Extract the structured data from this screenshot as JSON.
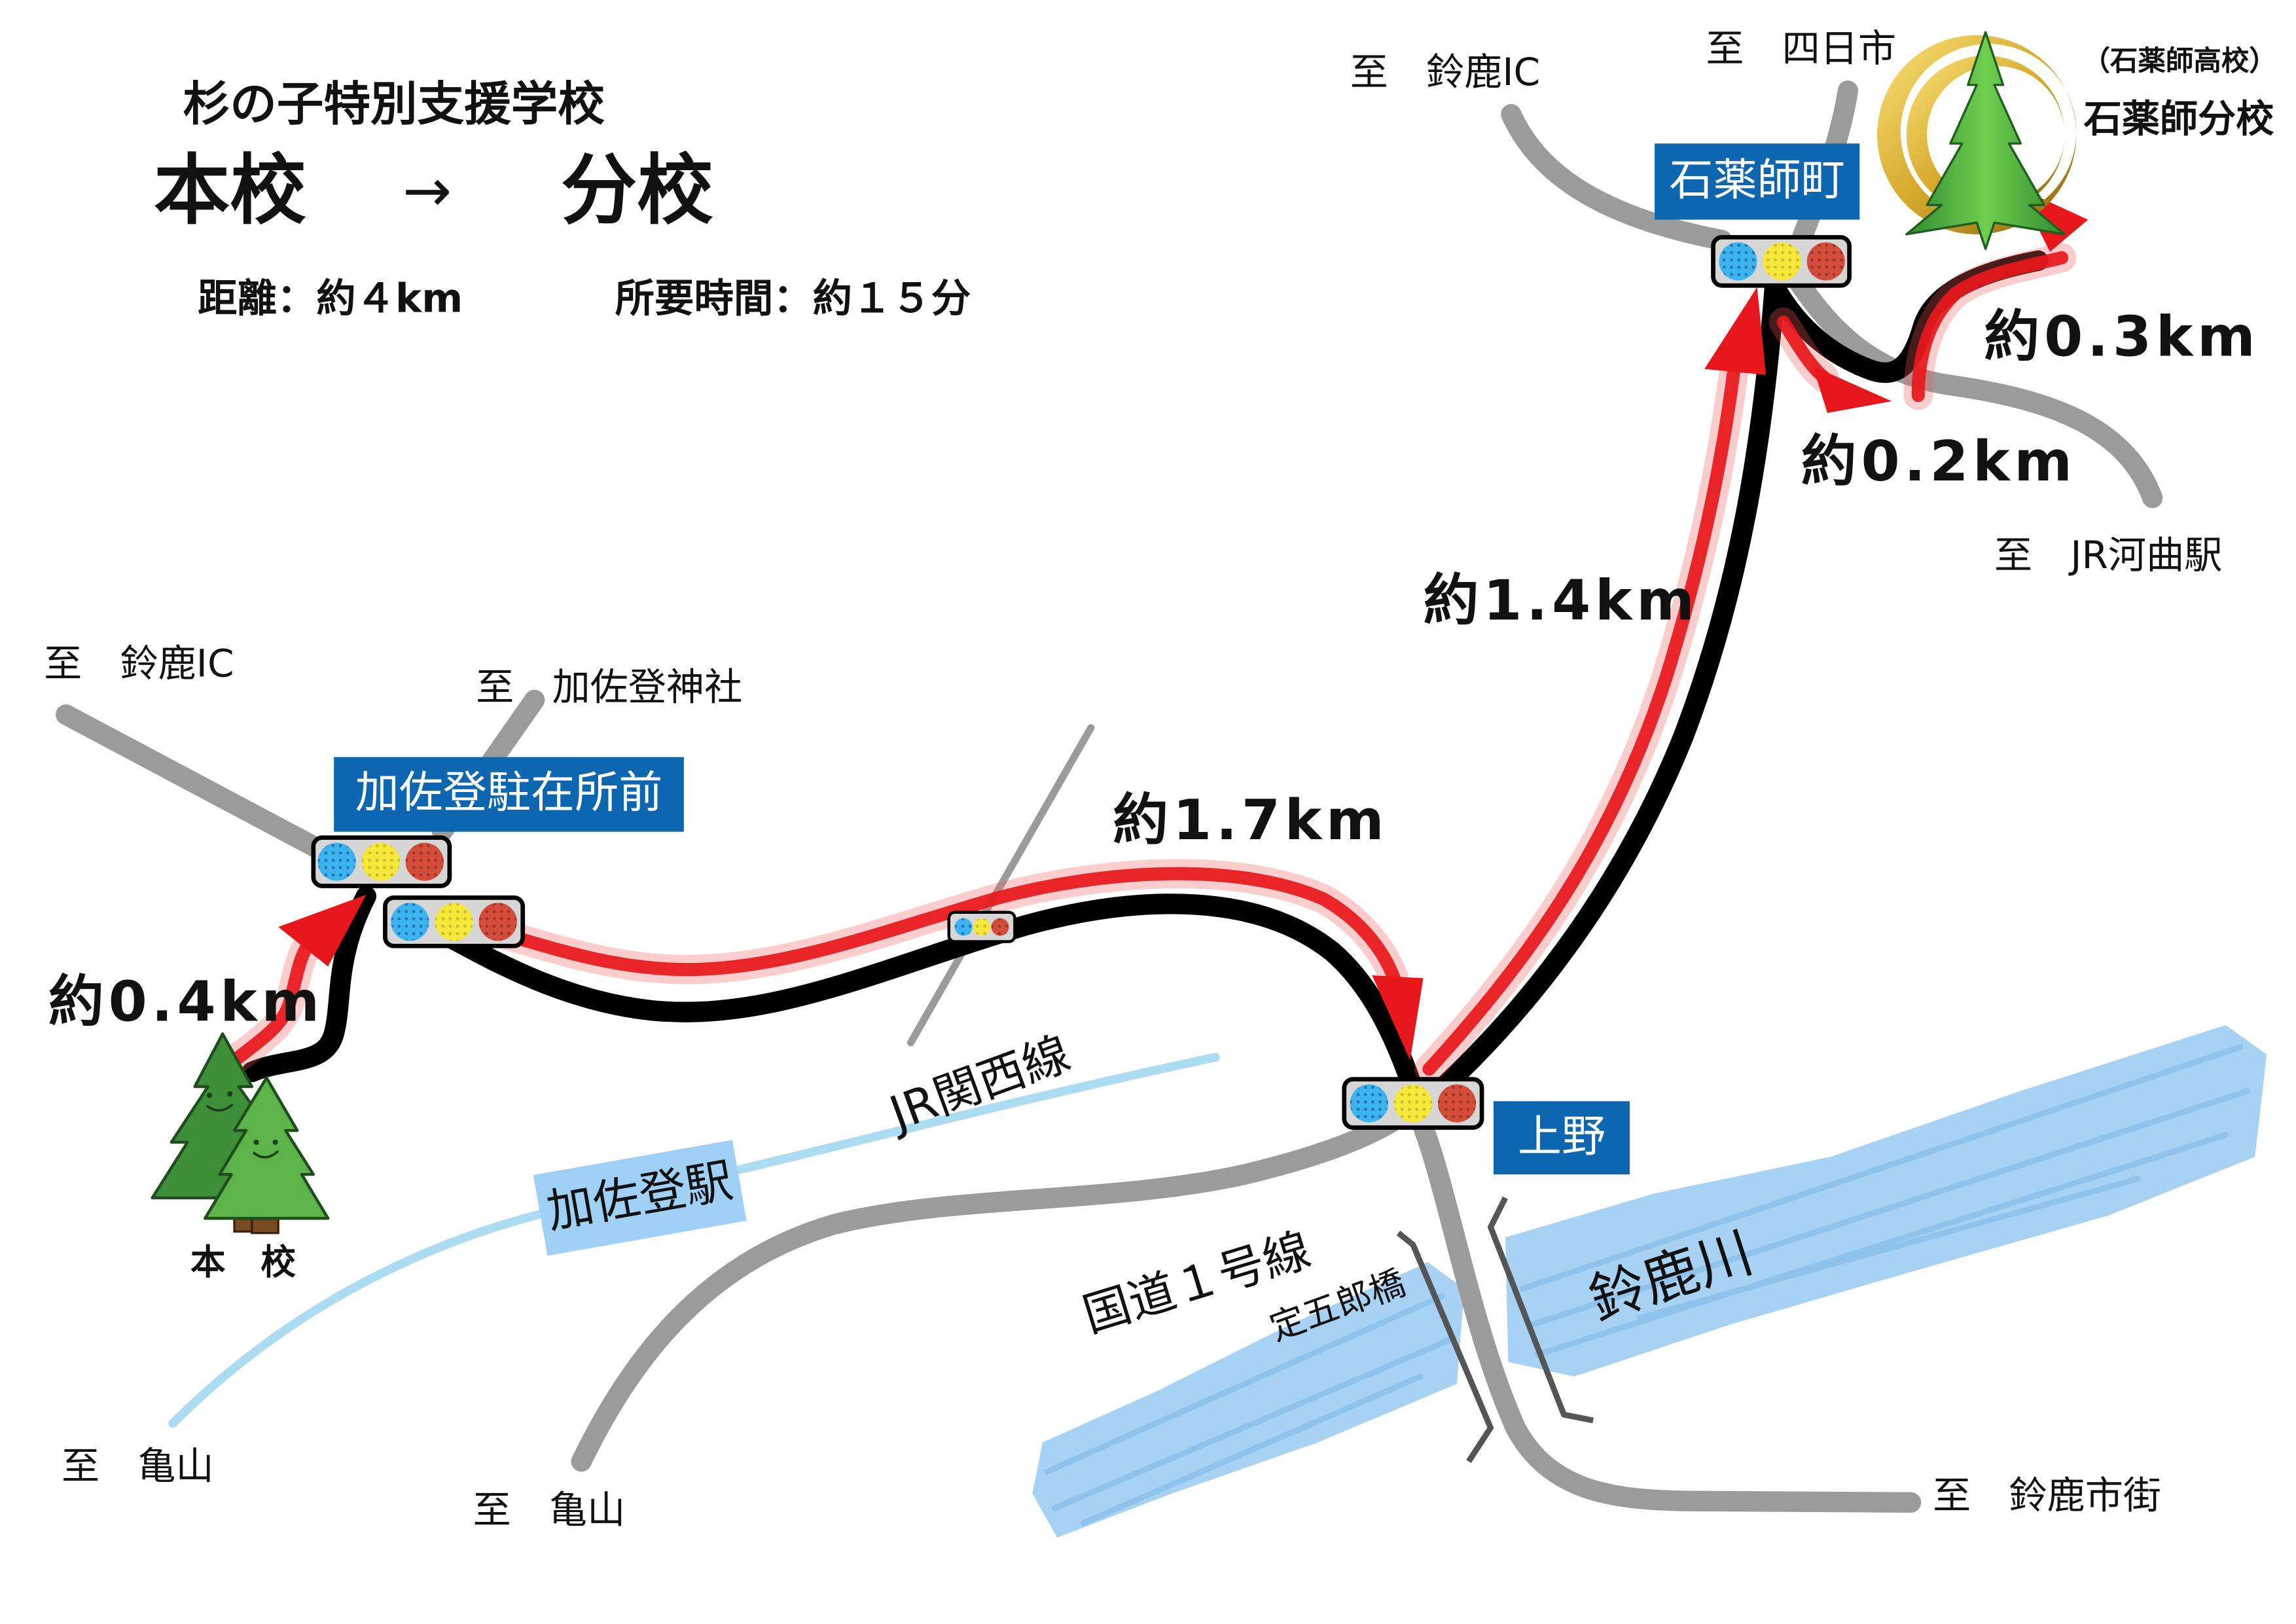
{
  "header": {
    "school_name": "杉の子特別支援学校",
    "from": "本校",
    "arrow": "→",
    "to": "分校",
    "distance": "距離：約４km",
    "time": "所要時間：約１５分"
  },
  "destinations": {
    "suzuka_ic_north": "至　鈴鹿IC",
    "yokkaichi": "至　四日市",
    "jr_kawano_station": "至　JR河曲駅",
    "suzuka_ic_west": "至　鈴鹿IC",
    "kasado_shrine": "至　加佐登神社",
    "kameyama_west": "至　亀山",
    "kameyama_south": "至　亀山",
    "suzuka_city": "至　鈴鹿市街"
  },
  "main_school": {
    "label": "本　校"
  },
  "branch_school": {
    "note": "（石薬師高校）",
    "label": "石薬師分校"
  },
  "intersections": {
    "kasado_police_box": "加佐登駐在所前",
    "ishiyakushi_town": "石薬師町",
    "ueno": "上野"
  },
  "route_segments": [
    "約0.4km",
    "約1.7km",
    "約1.4km",
    "約0.2km",
    "約0.3km"
  ],
  "features": {
    "railway": "JR関西線",
    "station": "加佐登駅",
    "national_route": "国道１号線",
    "bridge": "定五郎橋",
    "river": "鈴鹿川"
  },
  "colors": {
    "route": "#000000",
    "route_arrow": "#e8171b",
    "road": "#9b9b9b",
    "railway": "#abdcf1",
    "river": "#a8d2f3",
    "intersection_label_bg": "#0d67b0",
    "station_label_bg": "#9fd0f5",
    "signal_blue": "#3bb4ef",
    "signal_yellow": "#f5e83a",
    "signal_red": "#d24e3a"
  },
  "icons": {
    "main_school": "tree-icon",
    "branch_school": "tree-logo-icon",
    "intersection": "traffic-light-icon",
    "direction": "arrow-head-icon"
  }
}
